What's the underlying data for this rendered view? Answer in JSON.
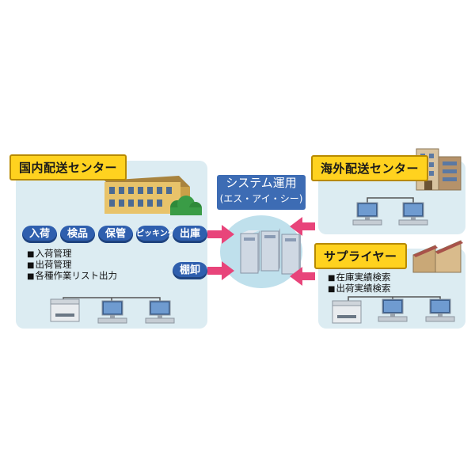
{
  "domestic_center": {
    "title": "国内配送センター",
    "process_steps": [
      "入荷",
      "検品",
      "保管",
      "ピッキング",
      "出庫"
    ],
    "inventory_label": "棚卸",
    "functions": [
      "入荷管理",
      "出荷管理",
      "各種作業リスト出力"
    ]
  },
  "system": {
    "label_line1": "システム運用",
    "label_line2": "(エス・アイ・シー)"
  },
  "overseas_center": {
    "title": "海外配送センター"
  },
  "supplier": {
    "title": "サプライヤー",
    "functions": [
      "在庫実績検索",
      "出荷実績検索"
    ]
  },
  "colors": {
    "panel_bg": "#dcecf2",
    "title_bg": "#ffd21f",
    "pill_blue": "#2f5fae",
    "arrow_pink": "#e8447a"
  }
}
